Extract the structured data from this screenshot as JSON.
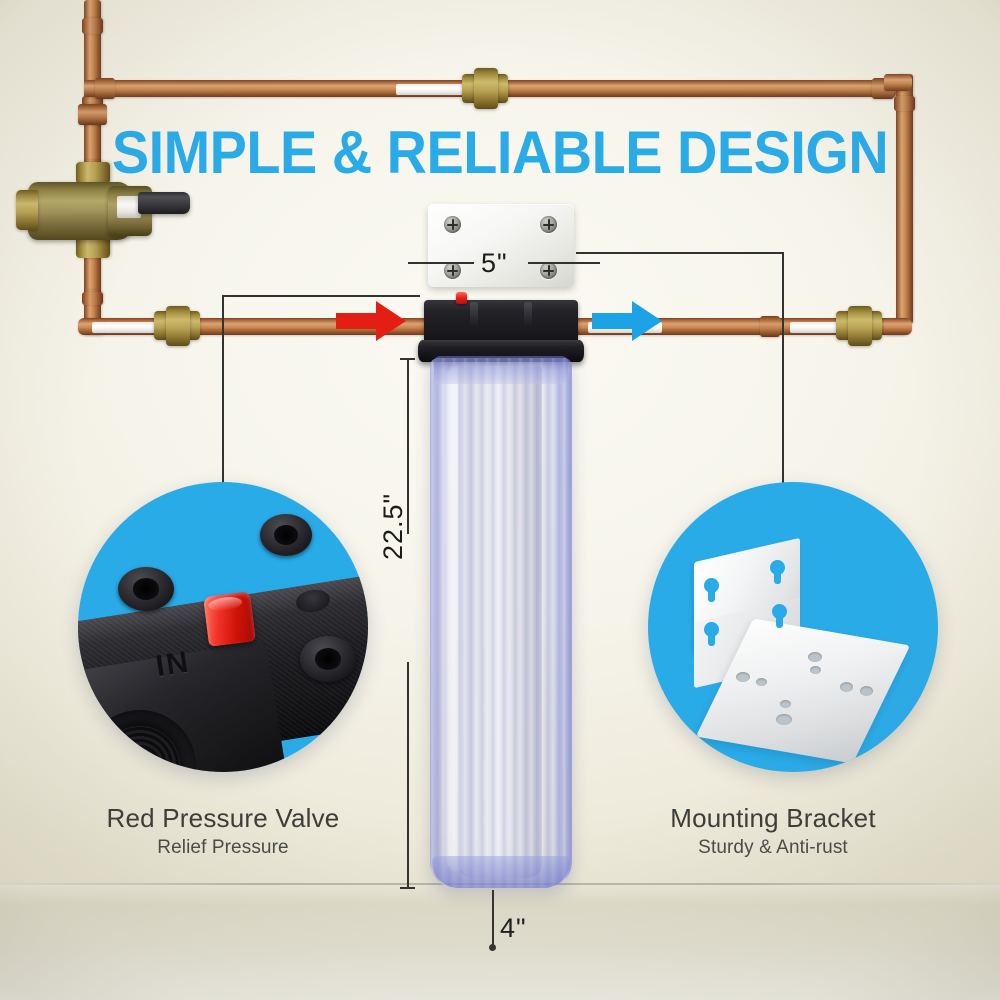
{
  "image": {
    "type": "product-infographic",
    "product": "whole house water filter housing",
    "background_color": "#f4f2e8",
    "accent_color": "#29abe8"
  },
  "title": {
    "text": "SIMPLE & RELIABLE DESIGN",
    "color": "#29abe8"
  },
  "dimensions": {
    "width_label": "5\"",
    "height_label": "22.5\"",
    "diameter_label": "4\""
  },
  "flow": {
    "inlet_arrow": "red-arrow-right",
    "inlet_color": "#e21f12",
    "outlet_arrow": "blue-arrow-right",
    "outlet_color": "#1ba3e6"
  },
  "head": {
    "inlet_text": "IN",
    "relief_valve_color": "#e8241c"
  },
  "callouts": [
    {
      "id": "pressure-valve",
      "title": "Red Pressure Valve",
      "subtitle": "Relief Pressure",
      "circle_color": "#29abe8"
    },
    {
      "id": "mounting-bracket",
      "title": "Mounting Bracket",
      "subtitle": "Sturdy & Anti-rust",
      "circle_color": "#29abe8"
    }
  ]
}
